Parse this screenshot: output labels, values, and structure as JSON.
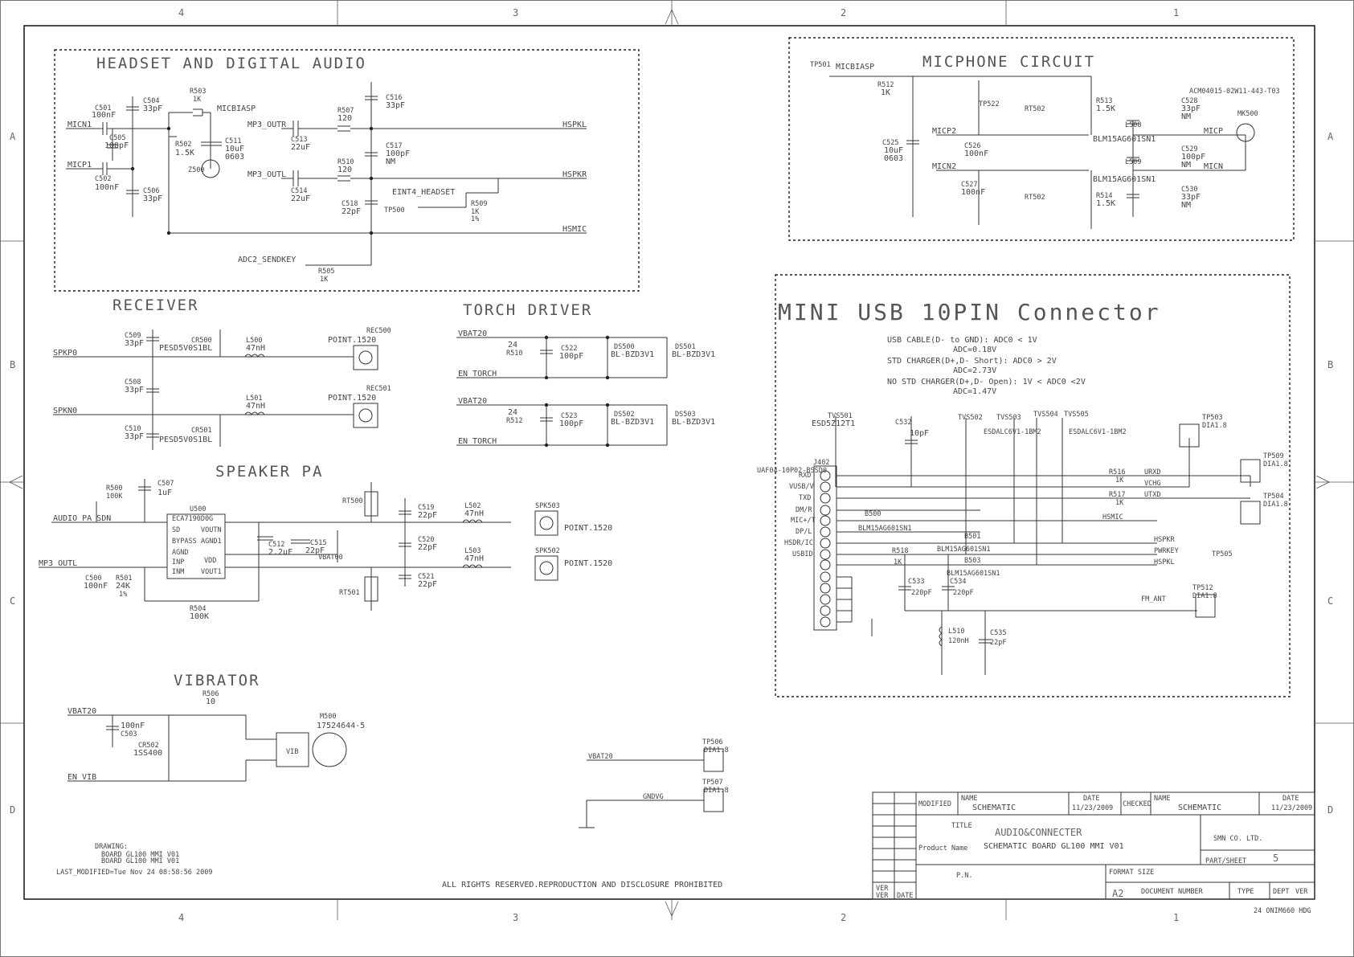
{
  "zones": {
    "top": [
      "4",
      "3",
      "2",
      "1"
    ],
    "bottom": [
      "4",
      "3",
      "2",
      "1"
    ],
    "left": [
      "A",
      "B",
      "C",
      "D"
    ],
    "right": [
      "A",
      "B",
      "C",
      "D"
    ]
  },
  "sections": {
    "headset": "HEADSET AND DIGITAL AUDIO",
    "micphone": "MICPHONE CIRCUIT",
    "receiver": "RECEIVER",
    "torch": "TORCH DRIVER",
    "usb": "MINI USB 10PIN Connector",
    "speaker": "SPEAKER PA",
    "vibrator": "VIBRATOR"
  },
  "headset": {
    "c501": "C501",
    "c501v": "100nF",
    "micn1": "MICN1",
    "micp1": "MICP1",
    "c504": "C504",
    "c504v": "33pF",
    "r503": "R503",
    "r503v": "1K",
    "micbiasp": "MICBIASP",
    "c505": "C505",
    "c505v": "100pF",
    "r502": "R502",
    "r502v": "1.5K",
    "c511": "C511",
    "c511v": "10uF",
    "c511p": "0603",
    "c502": "C502",
    "c502v": "100nF",
    "c506": "C506",
    "c506v": "33pF",
    "z500": "Z500",
    "mp3outr": "MP3_OUTR",
    "mp3outl": "MP3_OUTL",
    "c513": "C513",
    "c513v": "22uF",
    "c514": "C514",
    "c514v": "22uF",
    "r507": "R507",
    "r507v": "120",
    "r510": "R510",
    "r510v": "120",
    "c516": "C516",
    "c516v": "33pF",
    "c517": "C517",
    "c517v": "100pF",
    "nm": "NM",
    "c518": "C518",
    "c518v": "22pF",
    "eint": "EINT4_HEADSET",
    "tp500": "TP500",
    "r509": "R509",
    "r509v": "1K",
    "pct": "1%",
    "hspkl": "HSPKL",
    "hspkr": "HSPKR",
    "hsmic": "HSMIC",
    "adc2": "ADC2_SENDKEY",
    "r505": "R505",
    "r505v": "1K"
  },
  "mic": {
    "tp501": "TP501",
    "micbiasp": "MICBIASP",
    "r512": "R512",
    "r512v": "1K",
    "tp522": "TP522",
    "rt502a": "RT502",
    "r513": "R513",
    "r513v": "1.5K",
    "l508": "L508",
    "blm": "BLM15AG601SN1",
    "c528": "C528",
    "c528v": "33pF",
    "nm": "NM",
    "acm": "ACM04015-02W11-443-T03",
    "mk500": "MK500",
    "c525": "C525",
    "c525v": "10uF",
    "c525p": "0603",
    "micp2": "MICP2",
    "micn2": "MICN2",
    "c526": "C526",
    "c526v": "100nF",
    "c527": "C527",
    "c527v": "100nF",
    "l509": "L509",
    "c529": "C529",
    "c529v": "100pF",
    "c530": "C530",
    "c530v": "33pF",
    "r514": "R514",
    "r514v": "1.5K",
    "rt502b": "RT502",
    "micp": "MICP",
    "micn": "MICN"
  },
  "receiver": {
    "c509": "C509",
    "c509v": "33pF",
    "c508": "C508",
    "c508v": "33pF",
    "c510": "C510",
    "c510v": "33pF",
    "spkp0": "SPKP0",
    "spkn0": "SPKN0",
    "cr500": "CR500",
    "cr501": "CR501",
    "pesd": "PESD5V0S1BL",
    "l500": "L500",
    "l500v": "47nH",
    "l501": "L501",
    "l501v": "47nH",
    "rec500": "REC500",
    "rec501": "REC501",
    "point": "POINT.1520"
  },
  "torch": {
    "vbat0": "VBAT20",
    "vbat1": "VBAT20",
    "r510": "R510",
    "r512": "R512",
    "rv": "24",
    "c522": "C522",
    "c522v": "100pF",
    "c523": "C523",
    "c523v": "100pF",
    "ds500": "DS500",
    "ds501": "DS501",
    "ds502": "DS502",
    "ds503": "DS503",
    "bl": "BL-BZD3V1",
    "en0": "EN_TORCH",
    "en1": "EN_TORCH"
  },
  "usb": {
    "n1": "USB CABLE(D- to GND): ADC0 < 1V",
    "n2": "ADC=0.18V",
    "n3": "STD CHARGER(D+,D- Short): ADC0 > 2V",
    "n4": "ADC=2.73V",
    "n5": "NO STD CHARGER(D+,D- Open): 1V < ADC0 <2V",
    "n6": "ADC=1.47V",
    "tvs501": "TVS501",
    "esd": "ESD5Z12T1",
    "c532": "C532",
    "c532v": "10pF",
    "tvs502": "TVS502",
    "tvs503": "TVS503",
    "tvs504": "TVS504",
    "tvs505": "TVS505",
    "esdalc": "ESDALC6V1-1BM2",
    "tp503": "TP503",
    "tp509": "TP509",
    "tp504": "TP504",
    "j402": "J402",
    "uaf": "UAF04-10P02-BSSD0",
    "rxd": "RXD",
    "vusb": "VUSB/V",
    "txd": "TXD",
    "dm": "DM/R",
    "mic": "MIC+/T",
    "dp": "DP/L",
    "hsdr": "HSDR/IC",
    "usb": "USBID",
    "fmant": "FM_ANT",
    "r516": "R516",
    "r517": "R517",
    "rv": "1K",
    "b500": "B500",
    "b501": "B501",
    "b503": "B503",
    "blm": "BLM15AG601SN1",
    "r518": "R518",
    "urxd": "URXD",
    "vchg": "VCHG",
    "utxd": "UTXD",
    "hsmic": "HSMIC",
    "hspkr": "HSPKR",
    "pwrkey": "PWRKEY",
    "hspkl": "HSPKL",
    "tp505": "TP505",
    "c533": "C533",
    "c533v": "220pF",
    "c534": "C534",
    "c534v": "220pF",
    "l510": "L510",
    "l510v": "120nH",
    "c535": "C535",
    "c535v": "22pF",
    "tp512": "TP512",
    "dia": "DIA1.8"
  },
  "speaker": {
    "r500": "R500",
    "r500v": "100K",
    "c507": "C507",
    "c507v": "1uF",
    "u500": "U500",
    "chip": "ECA7190D0G",
    "audiopa": "AUDIO_PA_SDN",
    "mp3outl": "MP3_OUTL",
    "c500": "C500",
    "c500v": "100nF",
    "r501": "R501",
    "r501v": "24K",
    "pct": "1%",
    "r504": "R504",
    "r504v": "100K",
    "pins": [
      "SD",
      "BYPASS",
      "AGND",
      "INP",
      "INM",
      "VOUTN",
      "AGND1",
      "VDD",
      "VOUT1"
    ],
    "c512": "C512",
    "c512v": "2.2uF",
    "c515": "C515",
    "c515v": "22pF",
    "vbat": "VBAT00",
    "rt500": "RT500",
    "rt501": "RT501",
    "c519": "C519",
    "c519v": "22pF",
    "c520": "C520",
    "c520v": "22pF",
    "c521": "C521",
    "c521v": "22pF",
    "l502": "L502",
    "l502v": "47nH",
    "l503": "L503",
    "l503v": "47nH",
    "spk503": "SPK503",
    "spk502": "SPK502",
    "point": "POINT.1520"
  },
  "vibrator": {
    "vbat": "VBAT20",
    "r506": "R506",
    "r506v": "10",
    "c503": "C503",
    "c503v": "100nF",
    "cr502": "CR502",
    "cr502v": "1SS400",
    "m500": "M500",
    "m500v": "17524644-5",
    "vib": "VIB",
    "en": "EN_VIB"
  },
  "testpoints": {
    "tp506": "TP506",
    "tp507": "TP507",
    "dia": "DIA1.8",
    "vbat": "VBAT20",
    "gnd": "GNDVG"
  },
  "notes": {
    "drawing": "DRAWING:",
    "board1": "BOARD GL100 MMI V01",
    "board2": "BOARD GL100 MMI V01",
    "modified": "LAST_MODIFIED=Tue Nov 24 08:58:56 2009",
    "rights": "ALL RIGHTS RESERVED.REPRODUCTION AND DISCLOSURE PROHIBITED",
    "corner": "24 ONIM660 HDG"
  },
  "titleblock": {
    "modified": "MODIFIED",
    "name_lbl": "NAME",
    "name": "SCHEMATIC",
    "date_lbl": "DATE",
    "date": "11/23/2009",
    "checked": "CHECKED",
    "name2_lbl": "NAME",
    "name2": "SCHEMATIC",
    "date2_lbl": "DATE",
    "date2": "11/23/2009",
    "title_lbl": "TITLE",
    "title": "AUDIO&CONNECTER",
    "product_lbl": "Product Name",
    "product": "SCHEMATIC BOARD GL100 MMI V01",
    "company": "SMN CO. LTD.",
    "part_lbl": "PART/SHEET",
    "sheet": "5",
    "pn": "P.N.",
    "format_lbl": "FORMAT SIZE",
    "format": "A2",
    "docnum": "DOCUMENT NUMBER",
    "type": "TYPE",
    "dept": "DEPT",
    "ver": "VER",
    "rev1": "VER",
    "rev2": "VER",
    "rev3": "DATE"
  }
}
